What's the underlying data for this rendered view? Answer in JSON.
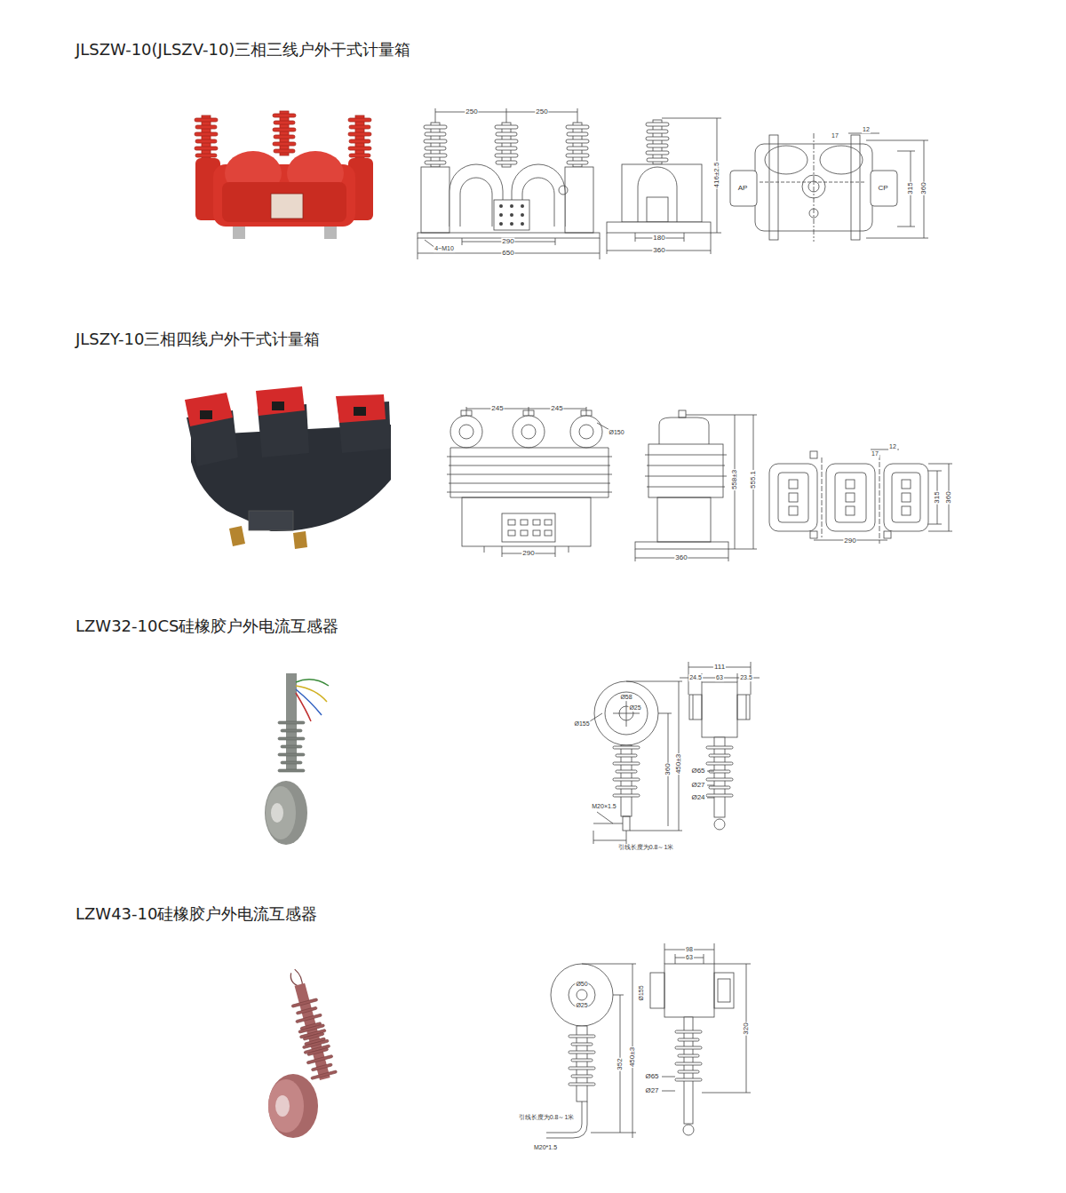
{
  "diagram": {
    "labels": [
      "JLSZW-10(JLSZV-10)三相三线户外干式计量箱",
      "250",
      "250",
      "4−M10",
      "290",
      "650",
      "416±2.5",
      "180",
      "360",
      "17",
      "12",
      "AP",
      "CP",
      "315",
      "360",
      "JLSZY-10三相四线户外干式计量箱",
      "245",
      "245",
      "Ø150",
      "558±3",
      "555.1",
      "290",
      "360",
      "17",
      "12",
      "290",
      "315",
      "360",
      "LZW32-10CS硅橡胶户外电流互感器",
      "Ø58",
      "Ø25",
      "Ø155",
      "360",
      "450±3",
      "M20×1.5",
      "引线长度为0.8～1米",
      "111",
      "24.5",
      "63",
      "23.5",
      "Ø65",
      "Ø27",
      "Ø24",
      "LZW43-10硅橡胶户外电流互感器",
      "Ø50",
      "Ø25",
      "352",
      "450±3",
      "引线长度为0.8～1米",
      "M20*1.5",
      "98",
      "63",
      "Ø155",
      "Ø65",
      "Ø27",
      "320"
    ]
  }
}
